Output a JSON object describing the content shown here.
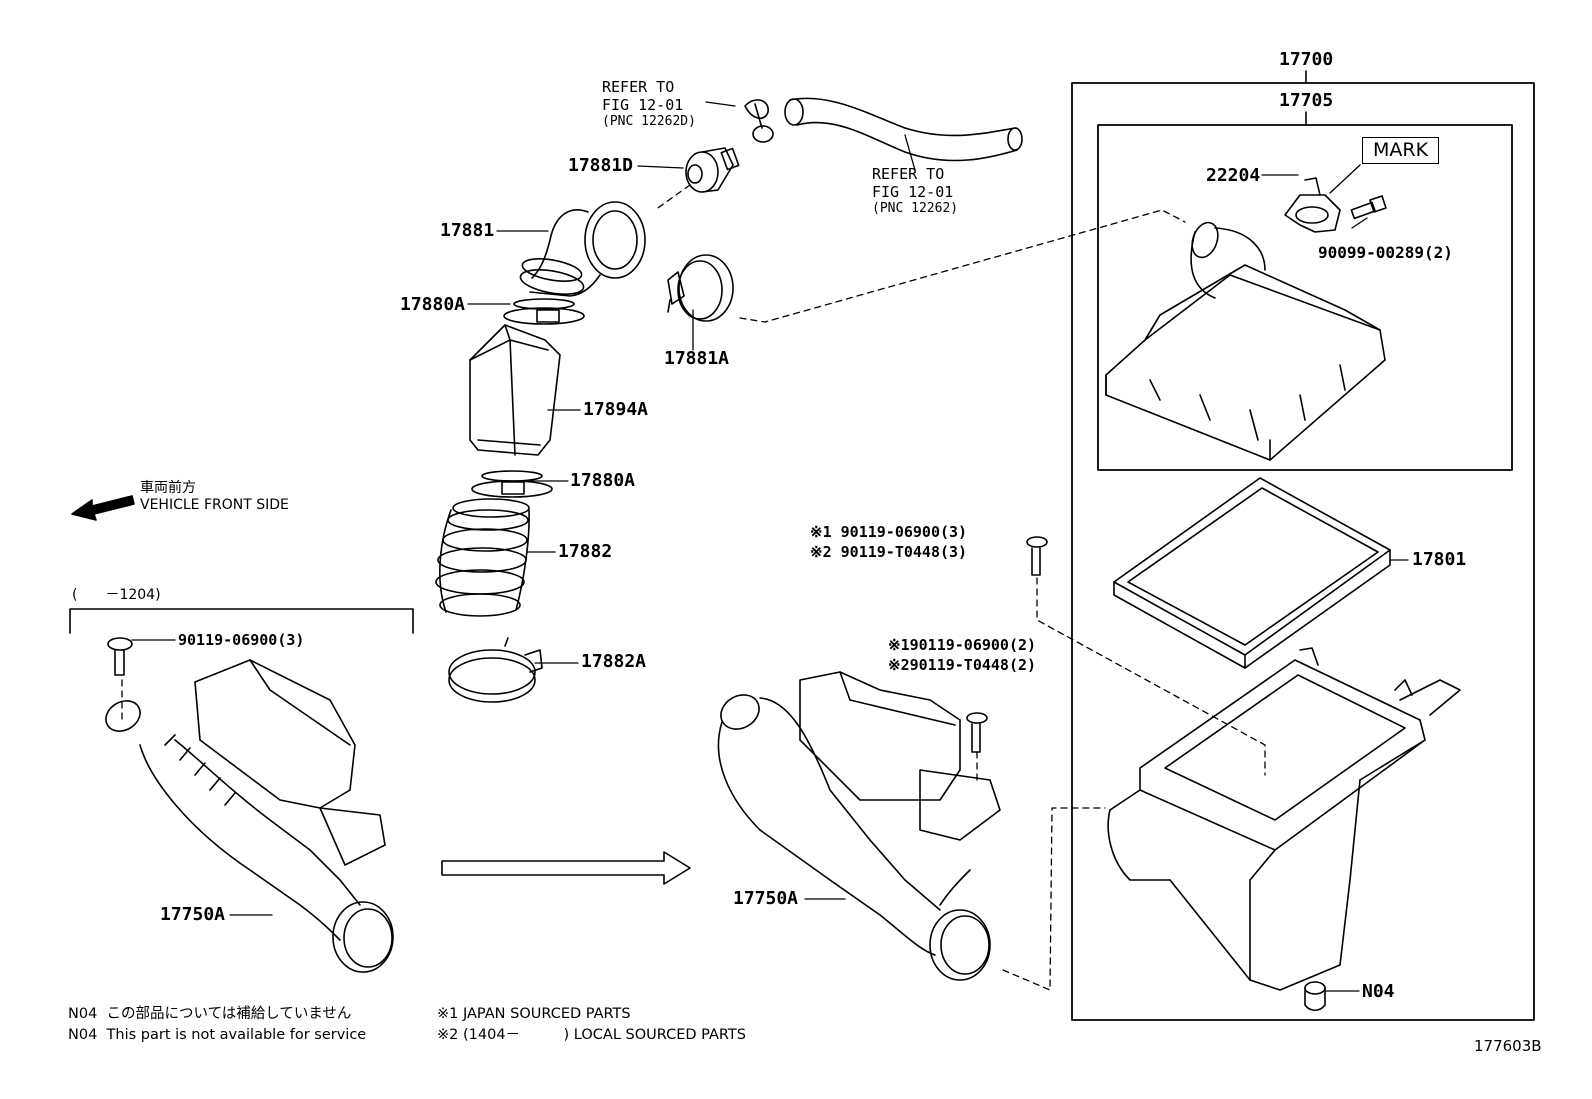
{
  "labels": {
    "p17700": "17700",
    "p17705": "17705",
    "p22204": "22204",
    "p90099": "90099-00289(2)",
    "p17881D": "17881D",
    "p17881": "17881",
    "p17880A_top": "17880A",
    "p17881A": "17881A",
    "p17894A": "17894A",
    "p17880A_mid": "17880A",
    "p17882": "17882",
    "p17882A": "17882A",
    "p17801": "17801",
    "p17750A_left": "17750A",
    "p17750A_right": "17750A",
    "pN04": "N04",
    "p90119_left": "90119-06900(3)",
    "range_label": "(　　－1204)",
    "fig_code": "177603B"
  },
  "refs": {
    "ref1_line1": "REFER TO",
    "ref1_line2": "FIG 12-01",
    "ref1_line3": "(PNC 12262D)",
    "ref2_line1": "REFER TO",
    "ref2_line2": "FIG 12-01",
    "ref2_line3": "(PNC 12262)"
  },
  "mark_label": "MARK",
  "callout_upper": {
    "line1": "※1 90119-06900(3)",
    "line2": "※2 90119-T0448(3)"
  },
  "callout_lower": {
    "line1": "※190119-06900(2)",
    "line2": "※290119-T0448(2)"
  },
  "direction": {
    "jp": "車両前方",
    "en": "VEHICLE FRONT SIDE"
  },
  "notes": {
    "n1_code": "N04",
    "n1_text": "この部品については補給していません",
    "n2_code": "N04",
    "n2_text": "This part is not available for service",
    "s1": "※1 JAPAN SOURCED PARTS",
    "s2": "※2 (1404－　　　) LOCAL SOURCED PARTS"
  }
}
